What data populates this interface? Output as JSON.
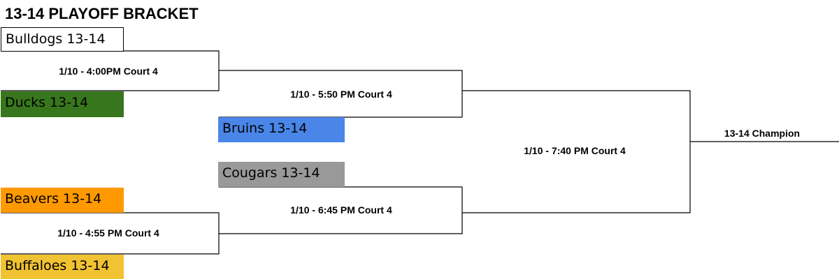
{
  "title": "13-14 PLAYOFF BRACKET",
  "teams": {
    "bulldogs": {
      "label": "Bulldogs 13-14",
      "color": "#ffffff"
    },
    "ducks": {
      "label": "Ducks 13-14",
      "color": "#38761d"
    },
    "bruins": {
      "label": "Bruins 13-14",
      "color": "#4a86e8"
    },
    "cougars": {
      "label": "Cougars 13-14",
      "color": "#999999"
    },
    "beavers": {
      "label": "Beavers 13-14",
      "color": "#ff9900"
    },
    "buffaloes": {
      "label": "Buffaloes 13-14",
      "color": "#f1c232"
    }
  },
  "games": {
    "game1": "1/10 - 4:00PM Court 4",
    "game2": "1/10 - 4:55 PM Court 4",
    "semi1": "1/10 - 5:50 PM Court 4",
    "semi2": "1/10 - 6:45 PM Court 4",
    "final": "1/10 - 7:40 PM Court 4"
  },
  "champion": "13-14 Champion"
}
